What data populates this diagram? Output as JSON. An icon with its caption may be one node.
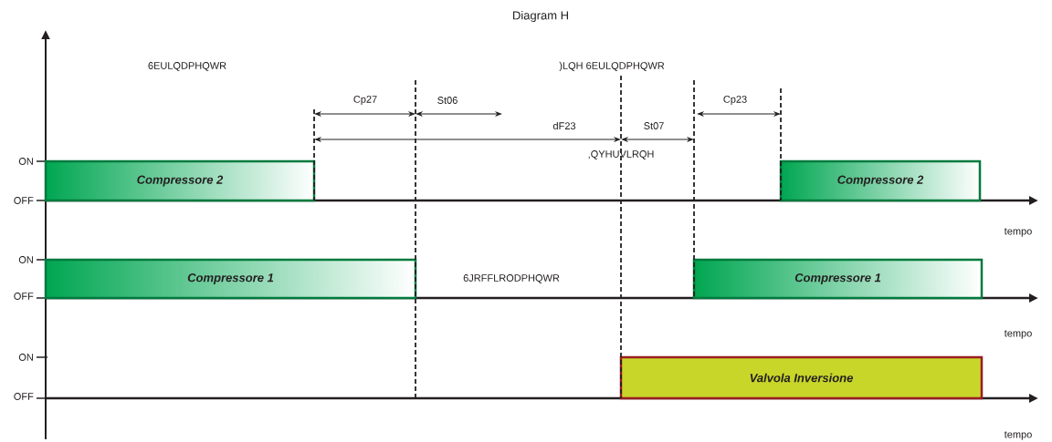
{
  "diagram": {
    "title": "Diagram H",
    "nodes": [
      {
        "text": [
          "Compressore 2"
        ]
      },
      {
        "text": [
          "Compressore 2"
        ]
      },
      {
        "text": [
          "Compressore 1"
        ]
      },
      {
        "text": [
          "Compressore 1"
        ]
      },
      {
        "text": [
          "Valvola Inversione"
        ]
      }
    ],
    "labels": [
      "6EULQDPHQWR",
      ")LQH 6EULQDPHQWR",
      "Cp27",
      "St06",
      "Cp23",
      "dF23",
      "St07",
      ",QYHUVLRQH",
      "ON",
      "OFF",
      "tempo",
      "ON",
      "6JRFFLRODPHQWR",
      "OFF",
      "tempo",
      "ON",
      "OFF",
      "tempo"
    ]
  }
}
